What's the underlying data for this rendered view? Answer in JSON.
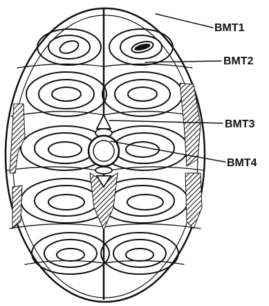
{
  "diagram": {
    "labels": [
      {
        "id": "bmt1",
        "text": "BMT1"
      },
      {
        "id": "bmt2",
        "text": "BMT2"
      },
      {
        "id": "bmt3",
        "text": "BMT3"
      },
      {
        "id": "bmt4",
        "text": "BMT4"
      }
    ],
    "ink_color": "#111111",
    "background_color": "#ffffff"
  }
}
